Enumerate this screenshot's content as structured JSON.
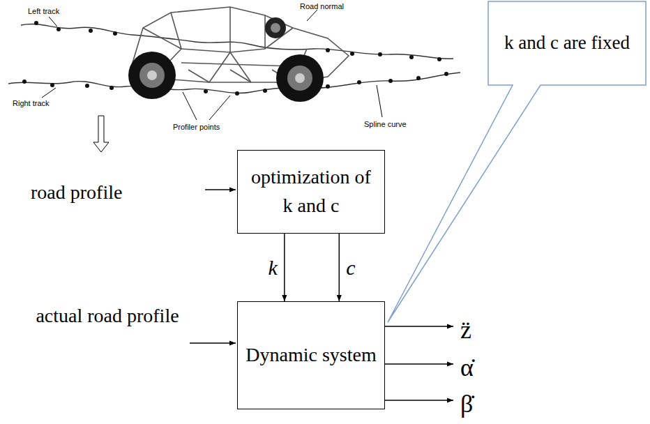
{
  "diagram": {
    "nodes": [
      {
        "text": [
          "optimization of k and c"
        ]
      },
      {
        "text": [
          "Dynamic system"
        ]
      },
      {
        "text": [
          "k and c are fixed"
        ]
      }
    ],
    "edges": [
      {
        "from": 0,
        "to": 1,
        "arrow": "to",
        "label": "k"
      },
      {
        "from": 0,
        "to": 1,
        "arrow": "to",
        "label": "c"
      }
    ],
    "labels": [
      "Left track",
      "Road normal",
      "Right track",
      "Profiler points",
      "Spline curve",
      "road profile",
      "actual road profile",
      "z̈",
      "α̇",
      "β̇"
    ]
  }
}
